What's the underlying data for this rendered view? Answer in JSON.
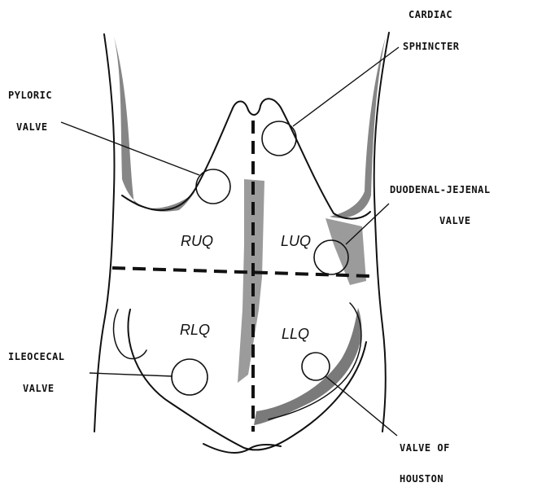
{
  "labels": {
    "cardiac_line1": "CARDIAC",
    "cardiac_line2": "SPHINCTER",
    "pyloric_line1": "PYLORIC",
    "pyloric_line2": "VALVE",
    "duodenal_line1": "DUODENAL-JEJENAL",
    "duodenal_line2": "VALVE",
    "ileocecal_line1": "ILEOCECAL",
    "ileocecal_line2": "VALVE",
    "houston_line1": "VALVE OF",
    "houston_line2": "HOUSTON"
  },
  "quadrants": {
    "ruq": "RUQ",
    "luq": "LUQ",
    "rlq": "RLQ",
    "llq": "LLQ"
  }
}
